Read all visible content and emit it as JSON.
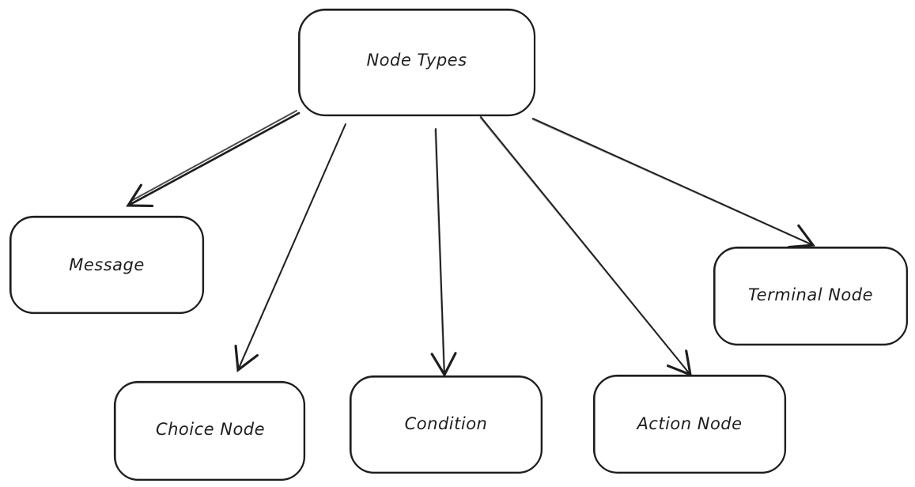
{
  "canvas": {
    "background": "#ffffff",
    "stroke_color": "#1e1e1e",
    "style": "hand-drawn-sketch"
  },
  "nodes": [
    {
      "id": "node-types",
      "label": "Node Types"
    },
    {
      "id": "message",
      "label": "Message"
    },
    {
      "id": "choice-node",
      "label": "Choice Node"
    },
    {
      "id": "condition",
      "label": "Condition"
    },
    {
      "id": "action-node",
      "label": "Action Node"
    },
    {
      "id": "terminal-node",
      "label": "Terminal Node"
    }
  ],
  "edges": [
    {
      "from": "Node Types",
      "to": "Message",
      "arrowhead": "open-v"
    },
    {
      "from": "Node Types",
      "to": "Choice Node",
      "arrowhead": "open-v"
    },
    {
      "from": "Node Types",
      "to": "Condition",
      "arrowhead": "open-v"
    },
    {
      "from": "Node Types",
      "to": "Action Node",
      "arrowhead": "open-v"
    },
    {
      "from": "Node Types",
      "to": "Terminal Node",
      "arrowhead": "open-v"
    }
  ]
}
